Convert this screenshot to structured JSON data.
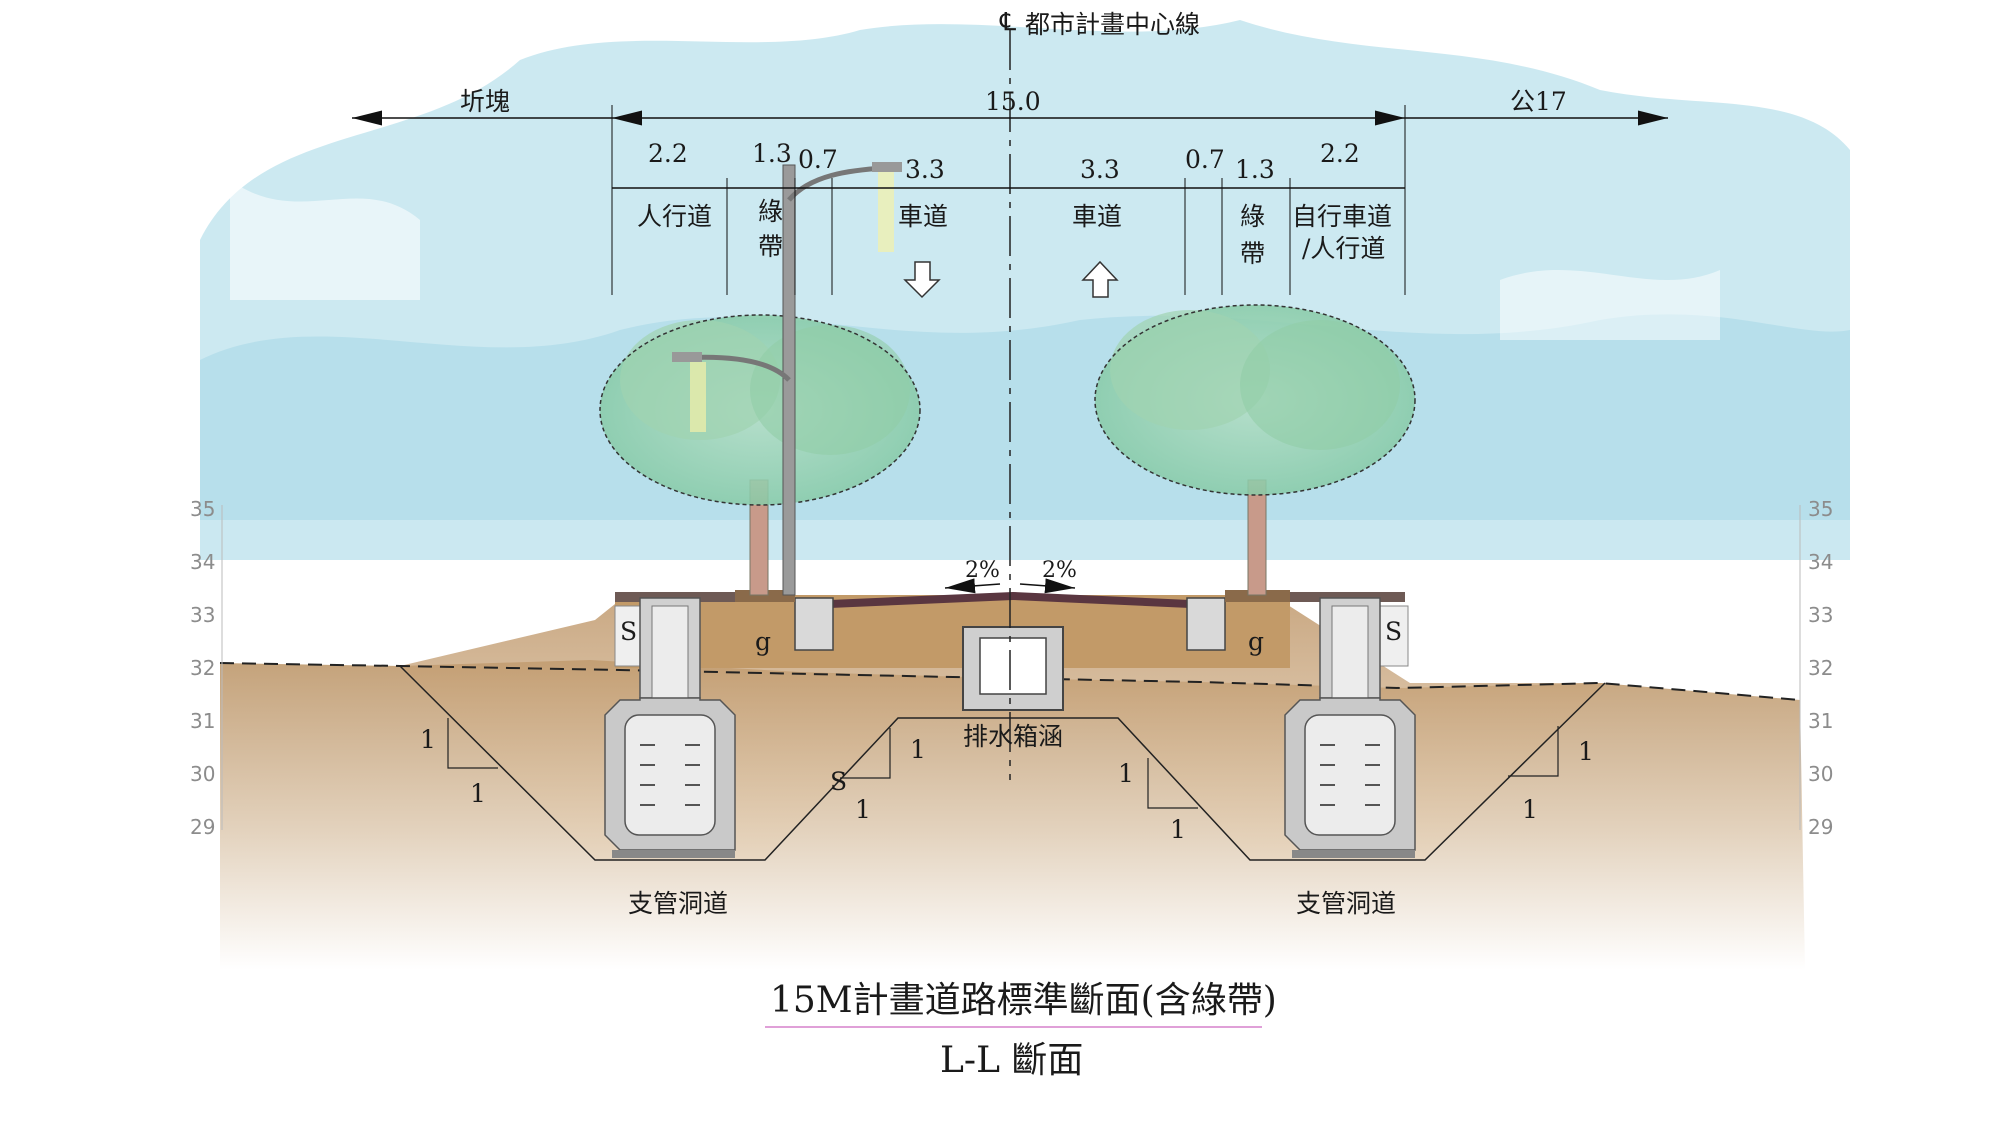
{
  "header": {
    "centerline_symbol": "℄",
    "centerline_label": "都市計畫中心線"
  },
  "dimensions": {
    "left_outer_label": "圻塊",
    "total_width": "15.0",
    "right_outer_label": "公17",
    "segments": [
      {
        "value": "2.2",
        "label_lines": [
          "人行道"
        ]
      },
      {
        "value": "1.3",
        "label_lines": [
          "綠",
          "帶"
        ]
      },
      {
        "value": "0.7",
        "label_lines": []
      },
      {
        "value": "3.3",
        "label_lines": [
          "車道"
        ]
      },
      {
        "value": "3.3",
        "label_lines": [
          "車道"
        ]
      },
      {
        "value": "0.7",
        "label_lines": []
      },
      {
        "value": "1.3",
        "label_lines": [
          "綠",
          "帶"
        ]
      },
      {
        "value": "2.2",
        "label_lines": [
          "自行車道",
          "/人行道"
        ]
      }
    ]
  },
  "lane_arrows": [
    {
      "lane": "left",
      "direction": "down"
    },
    {
      "lane": "right",
      "direction": "up"
    }
  ],
  "elevation_ticks": [
    "35",
    "34",
    "33",
    "32",
    "31",
    "30",
    "29"
  ],
  "slopes": {
    "left": "2%",
    "right": "2%"
  },
  "slope_ratio": {
    "rise": "1",
    "run": "1"
  },
  "annotations": {
    "box_culvert": "排水箱涵",
    "utility_tunnel_left": "支管洞道",
    "utility_tunnel_right": "支管洞道",
    "sidewalk_mark": "S",
    "green_mark": "g",
    "slope_marker": "S"
  },
  "title": {
    "main": "15M計畫道路標準斷面(含綠帶)",
    "sub": "L-L 斷面"
  },
  "colors": {
    "sky": "#bfe3ee",
    "soil": "#c9a77e",
    "road": "#5a3640",
    "concrete": "#cfcfcf",
    "title_underline": "#e0a0d8",
    "foliage": "#a9d9b8"
  }
}
